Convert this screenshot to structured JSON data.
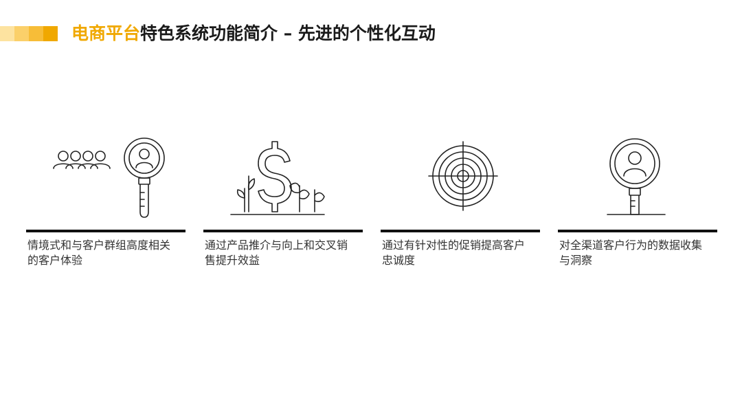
{
  "header": {
    "title_highlight": "电商平台",
    "title_rest": "特色系统功能简介 – 先进的个性化互动",
    "accent_colors": [
      "#fde3a0",
      "#fbd06a",
      "#f7bd38",
      "#f0a800"
    ],
    "highlight_color": "#f0a800"
  },
  "features": [
    {
      "icon": "group-magnifier-icon",
      "text": "情境式和与客户群组高度相关的客户体验"
    },
    {
      "icon": "dollar-growth-icon",
      "text": "通过产品推介与向上和交叉销售提升效益"
    },
    {
      "icon": "target-icon",
      "text": "通过有针对性的促销提高客户忠诚度"
    },
    {
      "icon": "person-magnifier-icon",
      "text": "对全渠道客户行为的数据收集与洞察"
    }
  ]
}
